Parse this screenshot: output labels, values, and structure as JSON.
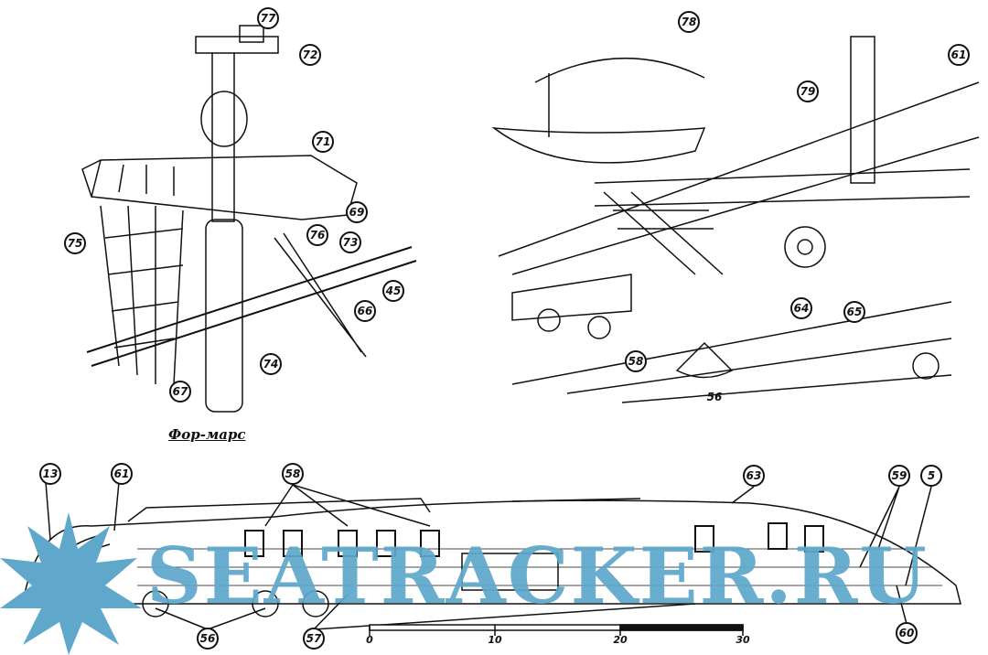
{
  "fore_top": {
    "caption": "Фор-марс",
    "callouts": [
      "77",
      "72",
      "71",
      "69",
      "76",
      "73",
      "45",
      "75",
      "66",
      "74",
      "67"
    ]
  },
  "deck_view": {
    "callouts": [
      "78",
      "79",
      "61",
      "64",
      "65",
      "58"
    ],
    "label_56": "56"
  },
  "profile": {
    "callouts_top": [
      "13",
      "61",
      "58",
      "63",
      "59",
      "5"
    ],
    "callouts_bottom": [
      "56",
      "57",
      "60"
    ]
  },
  "scale_bar": {
    "ticks": [
      "0",
      "10",
      "20",
      "30"
    ]
  },
  "watermark": {
    "text": "SEATRACKER.RU",
    "color": "#5fa8cc"
  }
}
